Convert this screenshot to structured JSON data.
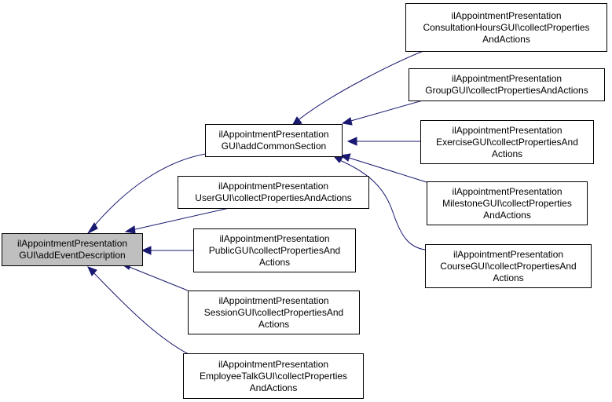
{
  "colors": {
    "edge": "#191970",
    "root_fill": "#bfbfbf",
    "node_fill": "#ffffff",
    "border": "#000000"
  },
  "nodes": {
    "root": {
      "lines": [
        "ilAppointmentPresentation",
        "GUI\\addEventDescription"
      ]
    },
    "common": {
      "lines": [
        "ilAppointmentPresentation",
        "GUI\\addCommonSection"
      ]
    },
    "user": {
      "lines": [
        "ilAppointmentPresentation",
        "UserGUI\\collectPropertiesAndActions"
      ]
    },
    "public": {
      "lines": [
        "ilAppointmentPresentation",
        "PublicGUI\\collectPropertiesAnd",
        "Actions"
      ]
    },
    "session": {
      "lines": [
        "ilAppointmentPresentation",
        "SessionGUI\\collectPropertiesAnd",
        "Actions"
      ]
    },
    "employee": {
      "lines": [
        "ilAppointmentPresentation",
        "EmployeeTalkGUI\\collectProperties",
        "AndActions"
      ]
    },
    "consultation": {
      "lines": [
        "ilAppointmentPresentation",
        "ConsultationHoursGUI\\collectProperties",
        "AndActions"
      ]
    },
    "group": {
      "lines": [
        "ilAppointmentPresentation",
        "GroupGUI\\collectPropertiesAndActions"
      ]
    },
    "exercise": {
      "lines": [
        "ilAppointmentPresentation",
        "ExerciseGUI\\collectPropertiesAnd",
        "Actions"
      ]
    },
    "milestone": {
      "lines": [
        "ilAppointmentPresentation",
        "MilestoneGUI\\collectProperties",
        "AndActions"
      ]
    },
    "course": {
      "lines": [
        "ilAppointmentPresentation",
        "CourseGUI\\collectPropertiesAnd",
        "Actions"
      ]
    }
  }
}
